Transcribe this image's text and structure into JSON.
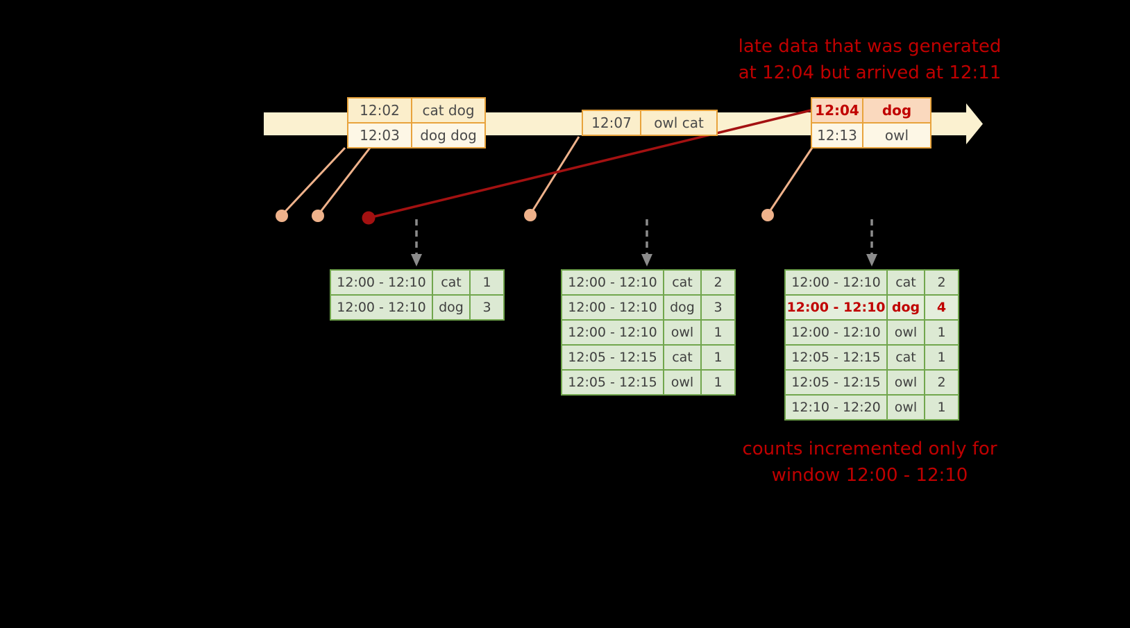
{
  "colors": {
    "background": "#000000",
    "timeline_fill": "#FBF1D0",
    "event_table_border": "#E8A33C",
    "event_cell_fill": "#FBEECB",
    "late_cell_fill": "#FAD9BE",
    "result_table_border": "#71A64D",
    "result_cell_fill": "#DCE9D3",
    "connector_salmon": "#EFB28B",
    "late_line_red": "#A31111",
    "annotation_red": "#C00000",
    "arrow_gray": "#8C8C8C"
  },
  "annotations": {
    "late": {
      "line1": "late data that was generated",
      "line2": "at 12:04 but arrived at 12:11"
    },
    "counts": {
      "line1": "counts incremented only for",
      "line2": "window 12:00 - 12:10"
    }
  },
  "event_tables": [
    {
      "rows": [
        {
          "time": "12:02",
          "words": "cat dog"
        },
        {
          "time": "12:03",
          "words": "dog dog"
        }
      ]
    },
    {
      "rows": [
        {
          "time": "12:07",
          "words": "owl cat"
        }
      ]
    },
    {
      "rows": [
        {
          "time": "12:04",
          "words": "dog",
          "late": true
        },
        {
          "time": "12:13",
          "words": "owl"
        }
      ]
    }
  ],
  "result_tables": [
    {
      "rows": [
        {
          "window": "12:00 - 12:10",
          "word": "cat",
          "count": "1"
        },
        {
          "window": "12:00 - 12:10",
          "word": "dog",
          "count": "3"
        }
      ]
    },
    {
      "rows": [
        {
          "window": "12:00 - 12:10",
          "word": "cat",
          "count": "2"
        },
        {
          "window": "12:00 - 12:10",
          "word": "dog",
          "count": "3"
        },
        {
          "window": "12:00 - 12:10",
          "word": "owl",
          "count": "1"
        },
        {
          "window": "12:05 - 12:15",
          "word": "cat",
          "count": "1"
        },
        {
          "window": "12:05 - 12:15",
          "word": "owl",
          "count": "1"
        }
      ]
    },
    {
      "rows": [
        {
          "window": "12:00 - 12:10",
          "word": "cat",
          "count": "2"
        },
        {
          "window": "12:00 - 12:10",
          "word": "dog",
          "count": "4",
          "highlight": true
        },
        {
          "window": "12:00 - 12:10",
          "word": "owl",
          "count": "1"
        },
        {
          "window": "12:05 - 12:15",
          "word": "cat",
          "count": "1"
        },
        {
          "window": "12:05 - 12:15",
          "word": "owl",
          "count": "2"
        },
        {
          "window": "12:10 - 12:20",
          "word": "owl",
          "count": "1"
        }
      ]
    }
  ]
}
